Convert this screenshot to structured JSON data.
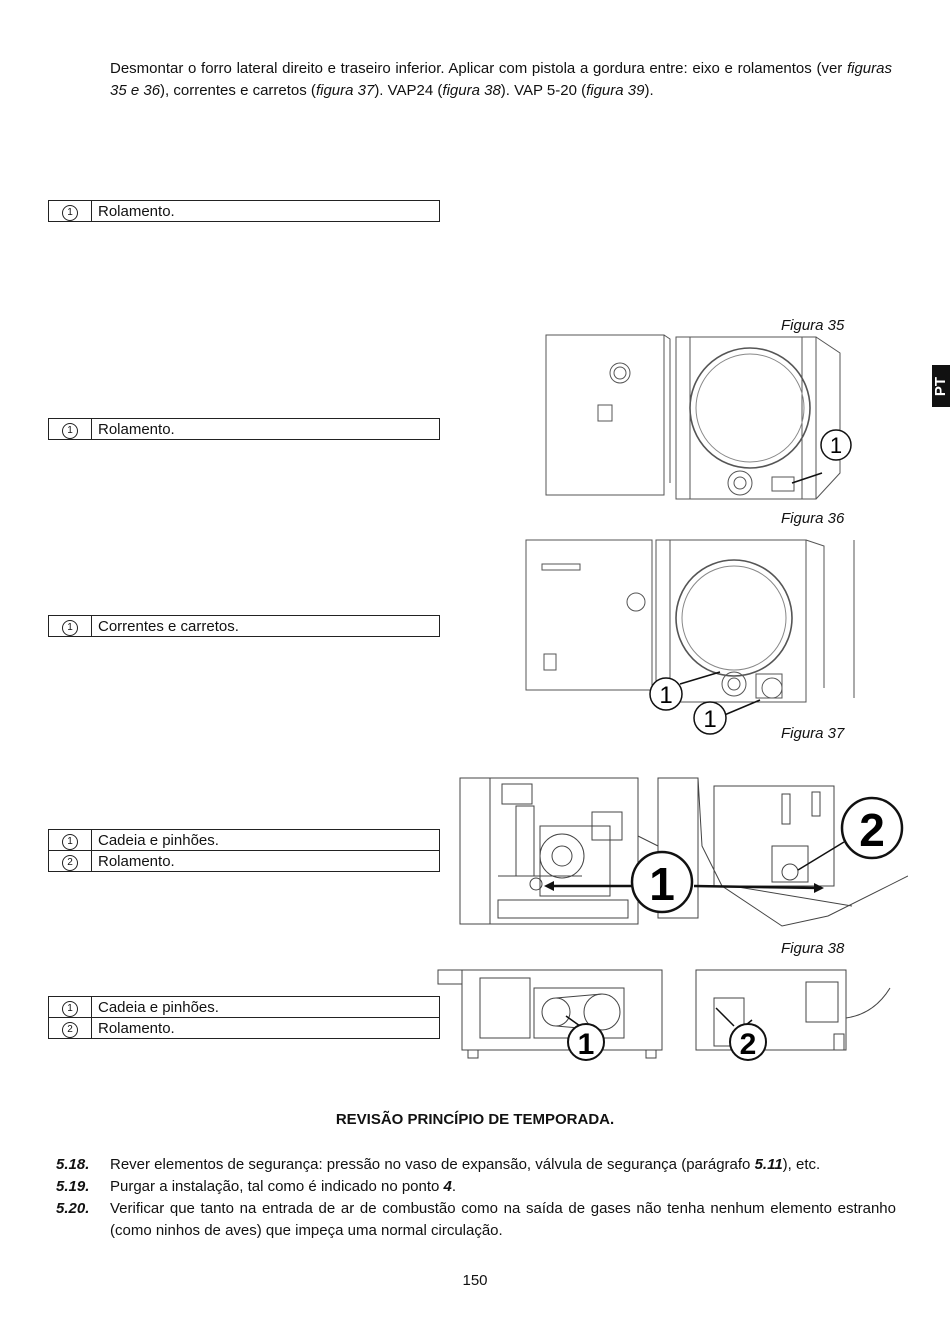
{
  "intro": {
    "t1": "Desmontar o forro lateral direito e traseiro inferior. Aplicar com pistola a gordura entre: eixo e rolamentos (ver ",
    "e1": "figuras 35 e 36",
    "t2": "), correntes e carretos (",
    "e2": "figura 37",
    "t3": "). VAP24 (",
    "e3": "figura 38",
    "t4": "). VAP 5-20 (",
    "e4": "figura 39",
    "t5": ")."
  },
  "tables": [
    {
      "rows": [
        {
          "num": "1",
          "text": "Rolamento."
        }
      ]
    },
    {
      "rows": [
        {
          "num": "1",
          "text": "Rolamento."
        }
      ]
    },
    {
      "rows": [
        {
          "num": "1",
          "text": "Correntes e carretos."
        }
      ]
    },
    {
      "rows": [
        {
          "num": "1",
          "text": "Cadeia e pinhões."
        },
        {
          "num": "2",
          "text": "Rolamento."
        }
      ]
    },
    {
      "rows": [
        {
          "num": "1",
          "text": "Cadeia e pinhões."
        },
        {
          "num": "2",
          "text": "Rolamento."
        }
      ]
    }
  ],
  "figures": {
    "f35": {
      "caption": "Figura 35",
      "callout": "1"
    },
    "f36": {
      "caption": "Figura 36",
      "callout": "1"
    },
    "f37": {
      "caption": "Figura 37",
      "callout_a": "1",
      "callout_b": "2"
    },
    "f38": {
      "caption": "Figura 38",
      "callout_a": "1",
      "callout_b": "2"
    }
  },
  "side_tab": "PT",
  "section_heading": "REVISÃO PRINCÍPIO DE TEMPORADA.",
  "steps": [
    {
      "num": "5.18.",
      "t1": "Rever elementos de segurança: pressão no vaso de expansão, válvula de segurança (parágrafo ",
      "b1": "5.11",
      "t2": "), etc."
    },
    {
      "num": "5.19.",
      "t1": "Purgar a instalação, tal como é indicado no ponto ",
      "b1": "4",
      "t2": "."
    },
    {
      "num": "5.20.",
      "t1": "Verificar que tanto na entrada de ar de combustão como na saída de gases não tenha nenhum elemento estranho (como ninhos de aves) que impeça uma normal circulação."
    }
  ],
  "page_number": "150"
}
